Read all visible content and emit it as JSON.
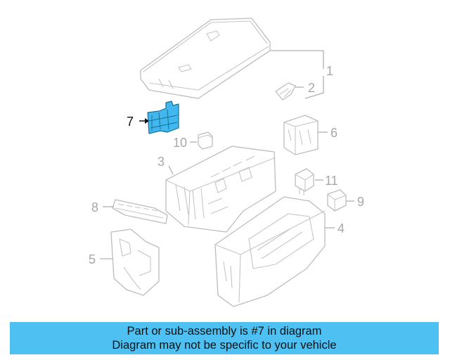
{
  "diagram": {
    "highlighted_part": "7",
    "callouts": [
      {
        "id": "1",
        "label": "1"
      },
      {
        "id": "2",
        "label": "2"
      },
      {
        "id": "3",
        "label": "3"
      },
      {
        "id": "4",
        "label": "4"
      },
      {
        "id": "5",
        "label": "5"
      },
      {
        "id": "6",
        "label": "6"
      },
      {
        "id": "7",
        "label": "7"
      },
      {
        "id": "8",
        "label": "8"
      },
      {
        "id": "9",
        "label": "9"
      },
      {
        "id": "10",
        "label": "10"
      },
      {
        "id": "11",
        "label": "11"
      }
    ],
    "colors": {
      "highlight": "#40b8ee",
      "banner": "#4fc0f2",
      "parts_outline": "#bdbdbd",
      "inactive_label": "#a8a8a8"
    }
  },
  "banner": {
    "line1": "Part or sub-assembly is #7 in diagram",
    "line2": "Diagram may not be specific to your vehicle"
  }
}
